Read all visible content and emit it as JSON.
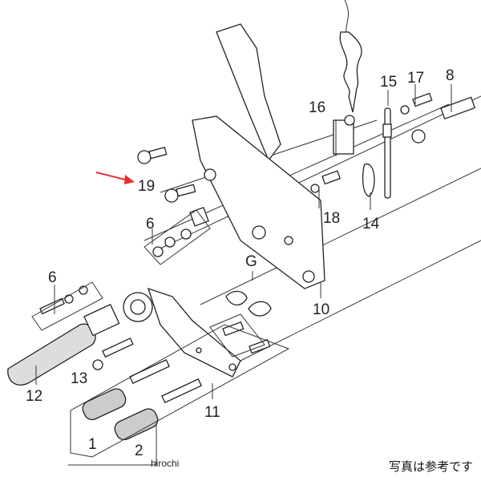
{
  "diagram": {
    "labels": {
      "p19": "19",
      "p6a": "6",
      "p6b": "6",
      "p16": "16",
      "p15": "15",
      "p17": "17",
      "p8": "8",
      "p18": "18",
      "p14": "14",
      "p9": "G",
      "p10": "10",
      "p13": "13",
      "p12": "12",
      "p11": "11",
      "p1": "1",
      "p2": "2"
    },
    "arrow_color": "#e53030",
    "watermark": "hirochi",
    "caption": "写真は参考です"
  }
}
